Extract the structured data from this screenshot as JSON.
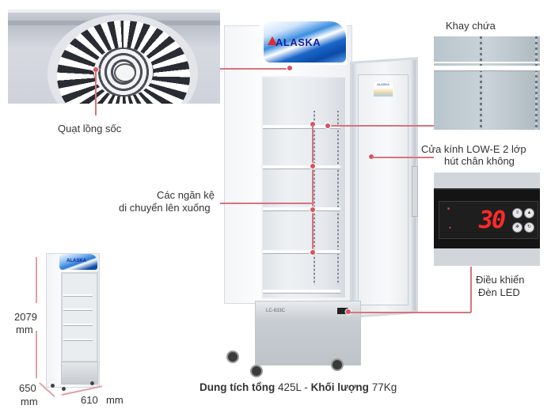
{
  "brand": "ALASKA",
  "callouts": {
    "fan": "Quạt lồng sốc",
    "tray": "Khay chứa",
    "glass_door_line1": "Cửa kính LOW-E 2 lớp",
    "glass_door_line2": "hút chân không",
    "shelves_line1": "Các ngăn kệ",
    "shelves_line2": "di chuyển lên xuống",
    "control_line1": "Điều khiển",
    "control_line2": "Đèn LED"
  },
  "control_panel": {
    "display_value": "30"
  },
  "dimensions": {
    "height_value": "2079",
    "height_unit": "mm",
    "depth_value": "650",
    "depth_unit": "mm",
    "width_value": "610",
    "width_unit": "mm"
  },
  "base_model_label": "LC-633C",
  "caption": {
    "capacity_label": "Dung tích tổng",
    "capacity_value": "425L",
    "separator": "-",
    "weight_label": "Khối lượng",
    "weight_value": "77Kg"
  },
  "colors": {
    "callout_line": "#d9737d",
    "callout_dot": "#d9535f",
    "led_digit": "#ff2a2a",
    "logo_blue": "#1a67c9",
    "logo_red": "#e02b2b"
  }
}
